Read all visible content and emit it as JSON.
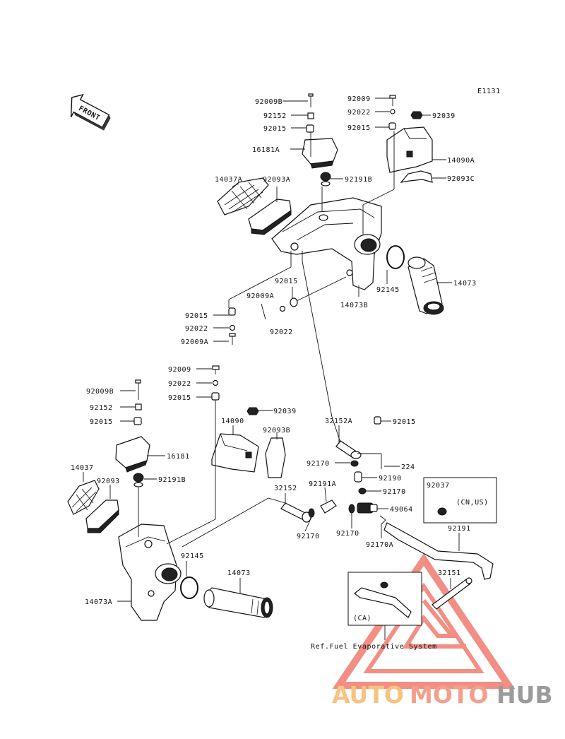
{
  "diagram_code": "E1131",
  "front_label": "FRONT",
  "ref_note": "Ref.Fuel Evaporative System",
  "region_ca": "(CA)",
  "region_cnus": "(CN,US)",
  "labels": {
    "p92009b_top": "92009B",
    "p92152_top": "92152",
    "p92015_top": "92015",
    "p16181a": "16181A",
    "p92009_top": "92009",
    "p92022_top": "92022",
    "p92015_top2": "92015",
    "p92039_top": "92039",
    "p14090a": "14090A",
    "p92093c": "92093C",
    "p92191b": "92191B",
    "p14037a": "14037A",
    "p92093a": "92093A",
    "p92015_mid": "92015",
    "p92009a_mid": "92009A",
    "p92022_mid": "92022",
    "p92015_left": "92015",
    "p92022_left": "92022",
    "p92009a_left": "92009A",
    "p14073b": "14073B",
    "p92145_top": "92145",
    "p14073_top": "14073",
    "p92009_low": "92009",
    "p92022_low": "92022",
    "p92015_low": "92015",
    "p92009b_low": "92009B",
    "p92152_low": "92152",
    "p92015_low2": "92015",
    "p92039_low": "92039",
    "p14090": "14090",
    "p92093b": "92093B",
    "p16181": "16181",
    "p92191b_low": "92191B",
    "p14037": "14037",
    "p92093": "92093",
    "p32152a": "32152A",
    "p92015_r": "92015",
    "p92170_a": "92170",
    "p224": "224",
    "p92190": "92190",
    "p32152": "32152",
    "p92191a": "92191A",
    "p92170_b": "92170",
    "p49064": "49064",
    "p92170_c": "92170",
    "p92170_d": "92170",
    "p92170a": "92170A",
    "p92037": "92037",
    "p92191": "92191",
    "p32151": "32151",
    "p92145_low": "92145",
    "p14073_low": "14073",
    "p14073a": "14073A"
  },
  "watermark": {
    "auto": "AUTO",
    "moto": "MOTO",
    "hub": "HUB",
    "colors": {
      "auto": "#f6b96a",
      "moto": "#f28f78",
      "hub": "#8a8a8a",
      "triangle": "#f07b6e"
    }
  }
}
